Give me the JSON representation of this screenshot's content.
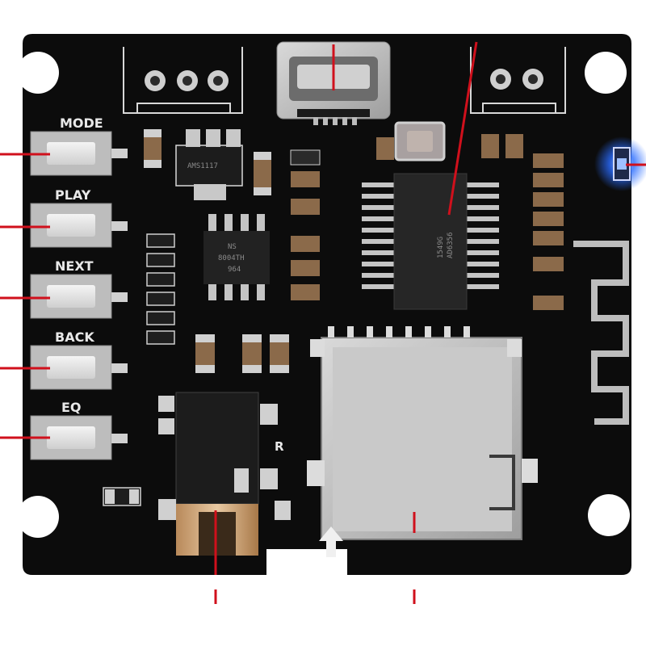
{
  "board": {
    "button_labels": [
      "MODE",
      "PLAY",
      "NEXT",
      "BACK",
      "EQ"
    ],
    "audio_channel_label": "R",
    "main_chip_marking": [
      "1549G",
      "AD6356"
    ],
    "amp_chip_marking": [
      "NS",
      "8004TH",
      "964"
    ],
    "regulator_marking": "AMS1117",
    "colors": {
      "pcb": "#0c0c0c",
      "silkscreen": "#e8e8e8",
      "pad": "#c9c9c9",
      "indicator_line": "#d0101c",
      "status_led": "#2a6cff"
    }
  }
}
